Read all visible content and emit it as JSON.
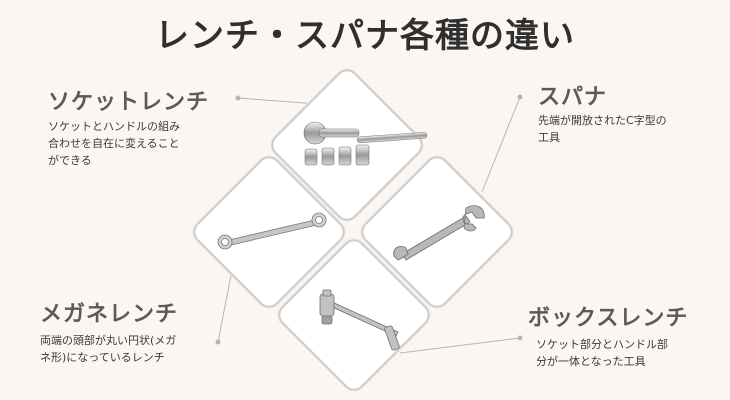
{
  "title": "レンチ・スパナ各種の違い",
  "items": [
    {
      "name": "ソケットレンチ",
      "desc": "ソケットとハンドルの組み\n合わせを自在に変えること\nができる",
      "icon": "socket-wrench-set-icon"
    },
    {
      "name": "スパナ",
      "desc": "先端が開放されたC字型の\n工具",
      "icon": "spanner-icon"
    },
    {
      "name": "メガネレンチ",
      "desc": "両端の頭部が丸い円状(メガ\nネ形)になっているレンチ",
      "icon": "box-end-wrench-icon"
    },
    {
      "name": "ボックスレンチ",
      "desc": "ソケット部分とハンドル部\n分が一体となった工具",
      "icon": "t-handle-box-wrench-icon"
    }
  ],
  "colors": {
    "background": "#fbf6f1",
    "title": "#2f2f2f",
    "label": "#5a5a5a",
    "leader": "#b5b5b5",
    "diamond_border": "#cdcdcd"
  }
}
